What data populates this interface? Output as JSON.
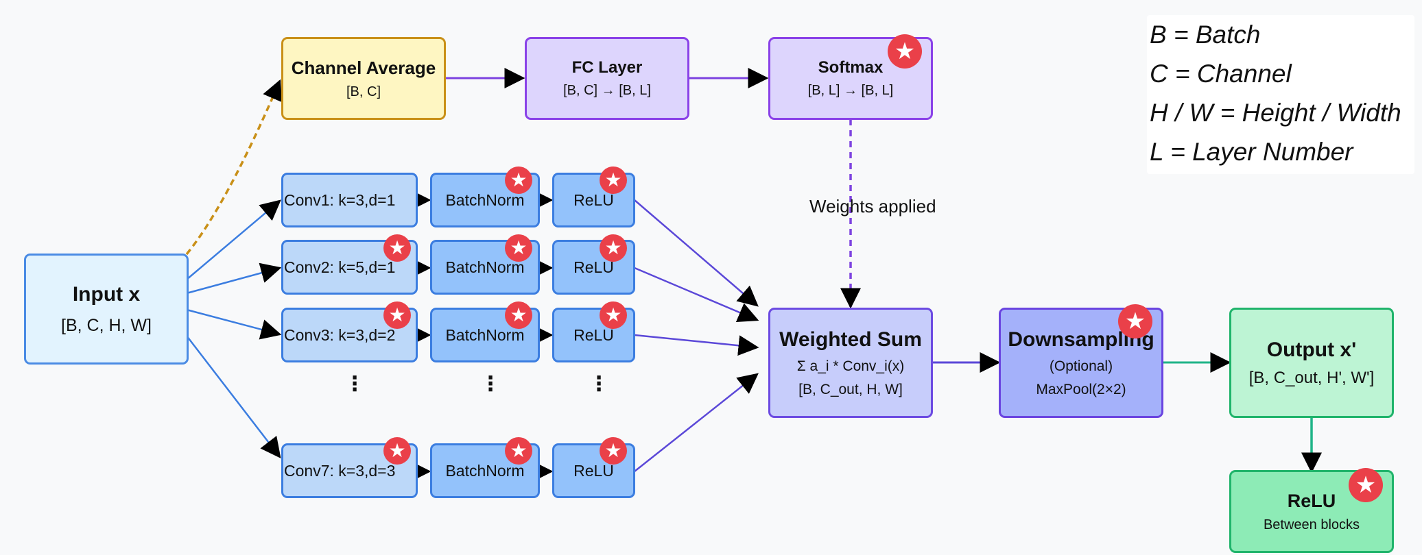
{
  "nodes": {
    "input": {
      "title": "Input x",
      "sub": "[B, C, H, W]"
    },
    "channel_average": {
      "title": "Channel Average",
      "sub": "[B, C]"
    },
    "fc_layer": {
      "title": "FC Layer",
      "sub": "[B, C] → [B, L]"
    },
    "softmax": {
      "title": "Softmax",
      "sub": "[B, L] → [B, L]"
    },
    "weighted_sum": {
      "title": "Weighted Sum",
      "sub": "Σ a_i * Conv_i(x)",
      "sub2": "[B, C_out, H, W]"
    },
    "downsampling": {
      "title": "Downsampling",
      "sub": "(Optional)",
      "sub2": "MaxPool(2×2)"
    },
    "output": {
      "title": "Output x'",
      "sub": "[B, C_out, H', W']"
    },
    "relu_final": {
      "title": "ReLU",
      "sub": "Between blocks"
    }
  },
  "branches": [
    {
      "conv": "Conv1: k=3,d=1",
      "bn": "BatchNorm",
      "relu": "ReLU"
    },
    {
      "conv": "Conv2: k=5,d=1",
      "bn": "BatchNorm",
      "relu": "ReLU"
    },
    {
      "conv": "Conv3: k=3,d=2",
      "bn": "BatchNorm",
      "relu": "ReLU"
    },
    {
      "conv": "Conv7: k=3,d=3",
      "bn": "BatchNorm",
      "relu": "ReLU"
    }
  ],
  "ellipsis": "⋮",
  "edge_label": "Weights applied",
  "badge_icon": "★",
  "legend": [
    "B = Batch",
    "C = Channel",
    "H / W = Height / Width",
    "L = Layer Number"
  ],
  "colors": {
    "blue_arrow": "#3b7de0",
    "purple_arrow": "#7d43e0",
    "gold_dashed": "#c99018",
    "teal_arrow": "#20b488",
    "badge": "#ea4049"
  }
}
